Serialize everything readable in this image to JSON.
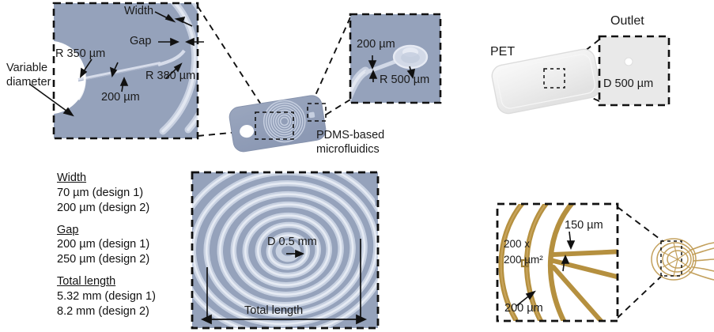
{
  "figure": {
    "title": "PDMS-based microfluidic and PET electrode device design schematic",
    "colors": {
      "pdms_fill": "#95a2bb",
      "channel_light": "#ccd4e3",
      "channel_mid": "#b3bdd2",
      "pet_fill": "#f0f0f0",
      "pet_edge": "#d8d8d8",
      "gold": "#b5903f",
      "gold_light": "#cdaa63",
      "dash": "#111111",
      "text": "#1a1a1a",
      "background": "#ffffff"
    }
  },
  "panel_inlet": {
    "name": "Inlet / spiral-start magnified view",
    "labels": {
      "width": "Width",
      "gap": "Gap",
      "r350": "R 350 µm",
      "r380": "R 380 µm",
      "variable_diameter": "Variable\ndiameter",
      "variable_diameter_l1": "Variable",
      "variable_diameter_l2": "diameter",
      "channel_200": "200 µm"
    }
  },
  "panel_outlet_pdms": {
    "name": "PDMS outlet magnified view",
    "labels": {
      "dim_200": "200 µm",
      "r500": "R 500 µm"
    }
  },
  "chip_pdms": {
    "name": "PDMS-based microfluidics chip",
    "caption_line1": "PDMS-based",
    "caption_line2": "microfluidics"
  },
  "panel_spiral": {
    "name": "Full spiral channel magnified view",
    "labels": {
      "core_diameter": "D 0.5 mm",
      "total_length": "Total length"
    }
  },
  "specs": {
    "groups": [
      {
        "heading": "Width",
        "lines": [
          "70 µm (design 1)",
          "200 µm (design 2)"
        ]
      },
      {
        "heading": "Gap",
        "lines": [
          "200 µm (design 1)",
          "250 µm (design 2)"
        ]
      },
      {
        "heading": "Total length",
        "lines": [
          "5.32  mm (design 1)",
          "8.2 mm (design 2)"
        ]
      }
    ]
  },
  "pet_section": {
    "name": "PET substrate with outlet hole",
    "substrate_label": "PET",
    "inset_title": "Outlet",
    "inset_dimension": "D 500 µm"
  },
  "panel_electrode": {
    "name": "Gold electrode coil magnified view",
    "labels": {
      "pad_size_l1": "200 x",
      "pad_size_l2": "200 µm²",
      "trace_150": "150 µm",
      "trace_200": "200 µm"
    }
  }
}
